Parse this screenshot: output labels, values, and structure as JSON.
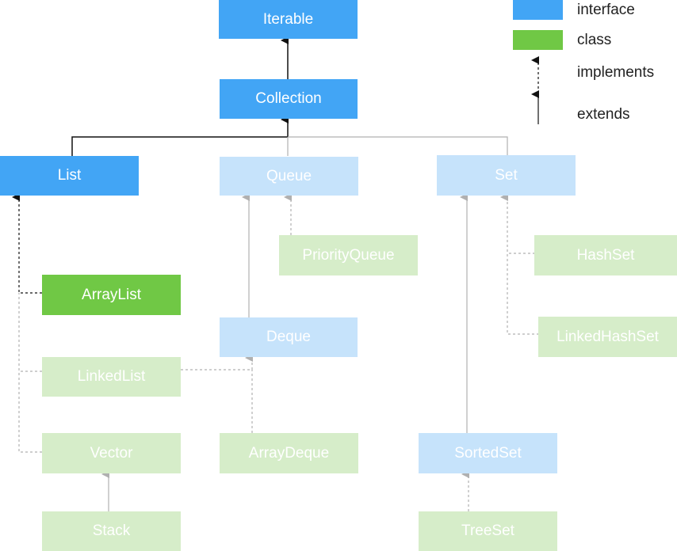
{
  "nodes": {
    "iterable": "Iterable",
    "collection": "Collection",
    "list": "List",
    "queue": "Queue",
    "set": "Set",
    "priority_queue": "PriorityQueue",
    "hash_set": "HashSet",
    "array_list": "ArrayList",
    "deque": "Deque",
    "linked_hash_set": "LinkedHashSet",
    "linked_list": "LinkedList",
    "vector": "Vector",
    "array_deque": "ArrayDeque",
    "sorted_set": "SortedSet",
    "stack": "Stack",
    "tree_set": "TreeSet"
  },
  "legend": {
    "interface_label": "interface",
    "class_label": "class",
    "implements_label": "implements",
    "extends_label": "extends"
  },
  "colors": {
    "interface": "#42a5f5",
    "interface_faded": "#c6e3fb",
    "class": "#70c845",
    "class_faded": "#d6edc9"
  }
}
